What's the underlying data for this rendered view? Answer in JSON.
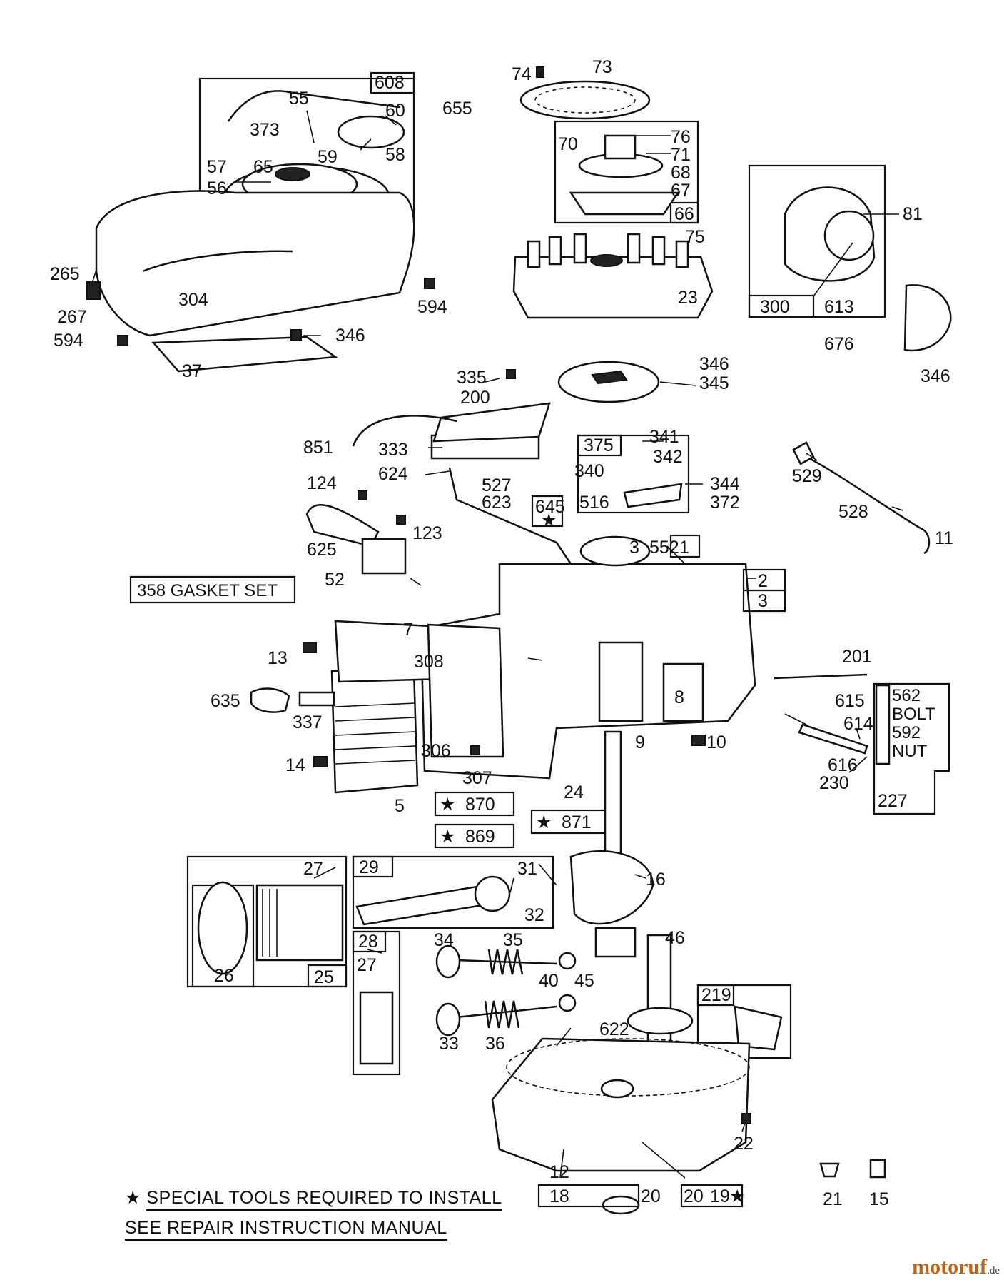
{
  "callouts": {
    "p608": "608",
    "p55": "55",
    "p373": "373",
    "p60": "60",
    "p655": "655",
    "p58": "58",
    "p59": "59",
    "p57": "57",
    "p65": "65",
    "p56": "56",
    "p265": "265",
    "p267": "267",
    "p304": "304",
    "p594a": "594",
    "p594b": "594",
    "p346a": "346",
    "p37": "37",
    "p74": "74",
    "p73": "73",
    "p76": "76",
    "p70": "70",
    "p71": "71",
    "p68": "68",
    "p67": "67",
    "p66": "66",
    "p75": "75",
    "p23": "23",
    "p81": "81",
    "p300": "300",
    "p613": "613",
    "p676": "676",
    "p346b": "346",
    "p346c": "346",
    "p345": "345",
    "p335": "335",
    "p200": "200",
    "p851": "851",
    "p333": "333",
    "p624": "624",
    "p527": "527",
    "p623": "623",
    "p645": "645",
    "p375": "375",
    "p341": "341",
    "p342": "342",
    "p340": "340",
    "p344": "344",
    "p516": "516",
    "p372": "372",
    "p529": "529",
    "p528": "528",
    "p11": "11",
    "p124": "124",
    "p123": "123",
    "p625": "625",
    "p52": "52",
    "p3a": "3",
    "p552": "552",
    "p1": "1",
    "p2": "2",
    "p3b": "3",
    "p7": "7",
    "p13": "13",
    "p308": "308",
    "p635": "635",
    "p337": "337",
    "p306": "306",
    "p8": "8",
    "p9": "9",
    "p10": "10",
    "p14": "14",
    "p307": "307",
    "p5": "5",
    "p870": "870",
    "p869": "869",
    "p24": "24",
    "p871": "871",
    "p201": "201",
    "p615": "615",
    "p614": "614",
    "p616": "616",
    "p230": "230",
    "p227": "227",
    "p27a": "27",
    "p29": "29",
    "p31": "31",
    "p32": "32",
    "p16": "16",
    "p26": "26",
    "p25": "25",
    "p28": "28",
    "p27b": "27",
    "p34": "34",
    "p35": "35",
    "p46": "46",
    "p40": "40",
    "p45": "45",
    "p219": "219",
    "p33": "33",
    "p36": "36",
    "p622": "622",
    "p22": "22",
    "p12": "12",
    "p18": "18",
    "p20a": "20",
    "p20b": "20",
    "p19": "19",
    "p21": "21",
    "p15": "15"
  },
  "labels": {
    "gasket_set": "358 GASKET SET",
    "bolt_num": "562",
    "bolt_word": "BOLT",
    "nut_num": "592",
    "nut_word": "NUT",
    "star": "★"
  },
  "footer": {
    "line1": "SPECIAL TOOLS REQUIRED TO INSTALL",
    "line2": "SEE REPAIR INSTRUCTION MANUAL"
  },
  "watermark": {
    "brand": "motoruf",
    "tld": ".de"
  }
}
